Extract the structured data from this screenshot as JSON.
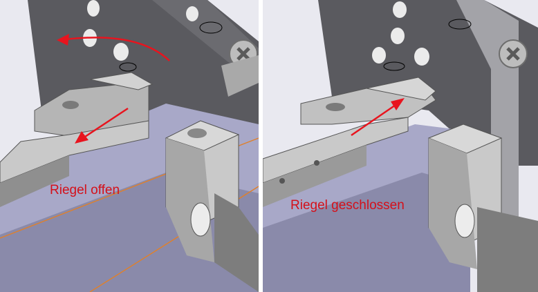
{
  "captions": {
    "open": "Riegel offen",
    "closed": "Riegel geschlossen"
  },
  "colors": {
    "caption": "#d4101a",
    "arrow": "#e8141e",
    "plate": "#5a5a5f",
    "plate_dark": "#48484d",
    "bar_light": "#a8a8c8",
    "bar_dark": "#8a8aaa",
    "block_light": "#c9c9c9",
    "block_mid": "#a7a7a7",
    "block_dark": "#7d7d7d",
    "background": "#e6e6ee",
    "sketch_line": "#e0802a"
  },
  "states": [
    {
      "id": "open",
      "caption_key": "captions.open"
    },
    {
      "id": "closed",
      "caption_key": "captions.closed"
    }
  ]
}
